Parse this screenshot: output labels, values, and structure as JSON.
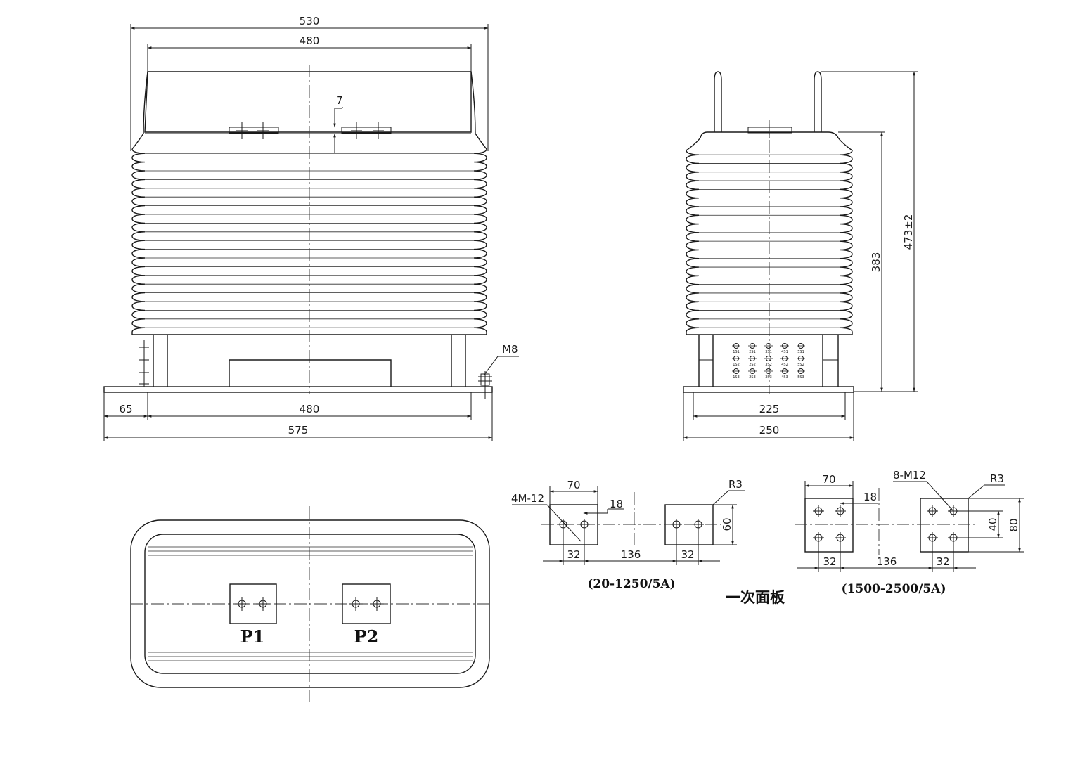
{
  "front_view": {
    "dim_top_outer": "530",
    "dim_top_inner": "480",
    "dim_gap": "7",
    "dim_bolt": "M8",
    "dim_left_offset": "65",
    "dim_base_inner": "480",
    "dim_base_total": "575"
  },
  "side_view": {
    "dim_height_body": "383",
    "dim_height_total": "473±2",
    "dim_base_inner": "225",
    "dim_base_total": "250",
    "terminal_labels": [
      [
        "1S1",
        "1S2",
        "1S3"
      ],
      [
        "2S1",
        "2S2",
        "2S3"
      ],
      [
        "3S1",
        "3S2",
        "3S3"
      ],
      [
        "4S1",
        "4S2",
        "4S3"
      ],
      [
        "5S1",
        "5S2",
        "5S3"
      ]
    ]
  },
  "top_view": {
    "terminal_p1": "P1",
    "terminal_p2": "P2"
  },
  "panel_small": {
    "dim_width": "70",
    "dim_holes": "4M-12",
    "dim_edge": "18",
    "dim_radius": "R3",
    "dim_height": "60",
    "dim_pitch_left": "32",
    "dim_spacing": "136",
    "dim_pitch_right": "32",
    "caption": "(20-1250/5A)"
  },
  "panel_large": {
    "dim_width": "70",
    "dim_holes": "8-M12",
    "dim_edge": "18",
    "dim_radius": "R3",
    "dim_inner_height": "40",
    "dim_height": "80",
    "dim_pitch_left": "32",
    "dim_spacing": "136",
    "dim_pitch_right": "32",
    "caption": "(1500-2500/5A)"
  },
  "panel_title": "一次面板"
}
